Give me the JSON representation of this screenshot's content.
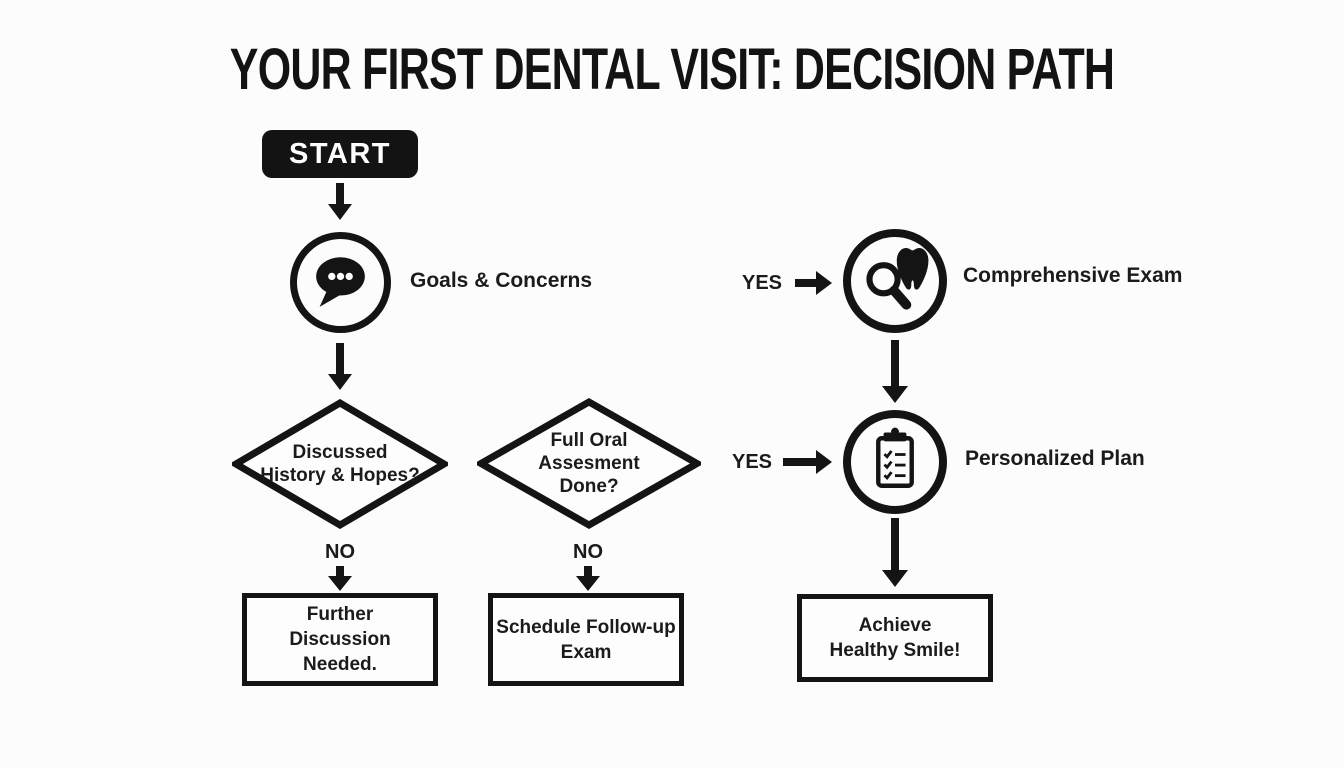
{
  "title": "YOUR FIRST DENTAL VISIT: DECISION PATH",
  "colors": {
    "ink": "#141414",
    "background": "#fcfcfc",
    "start_fill": "#131313",
    "start_text": "#ffffff"
  },
  "flow": {
    "start_label": "START",
    "steps": {
      "goals": {
        "label": "Goals & Concerns",
        "icon": "speech-bubble-icon"
      },
      "comprehensive_exam": {
        "label": "Comprehensive Exam",
        "icon": "magnifier-tooth-icon"
      },
      "personalized_plan": {
        "label": "Personalized Plan",
        "icon": "clipboard-checklist-icon"
      }
    },
    "decisions": {
      "history": {
        "line1": "Discussed",
        "line2": "History & Hopes?"
      },
      "assessment": {
        "line1": "Full Oral",
        "line2": "Assesment",
        "line3": "Done?"
      }
    },
    "branch_labels": {
      "history_no": "NO",
      "assessment_no": "NO",
      "exam_yes": "YES",
      "plan_yes": "YES"
    },
    "outcomes": {
      "further_discussion": {
        "line1": "Further",
        "line2": "Discussion",
        "line3": "Needed."
      },
      "schedule_followup": {
        "line1": "Schedule Follow-up",
        "line2": "Exam"
      },
      "healthy_smile": {
        "line1": "Achieve",
        "line2": "Healthy Smile!"
      }
    }
  }
}
